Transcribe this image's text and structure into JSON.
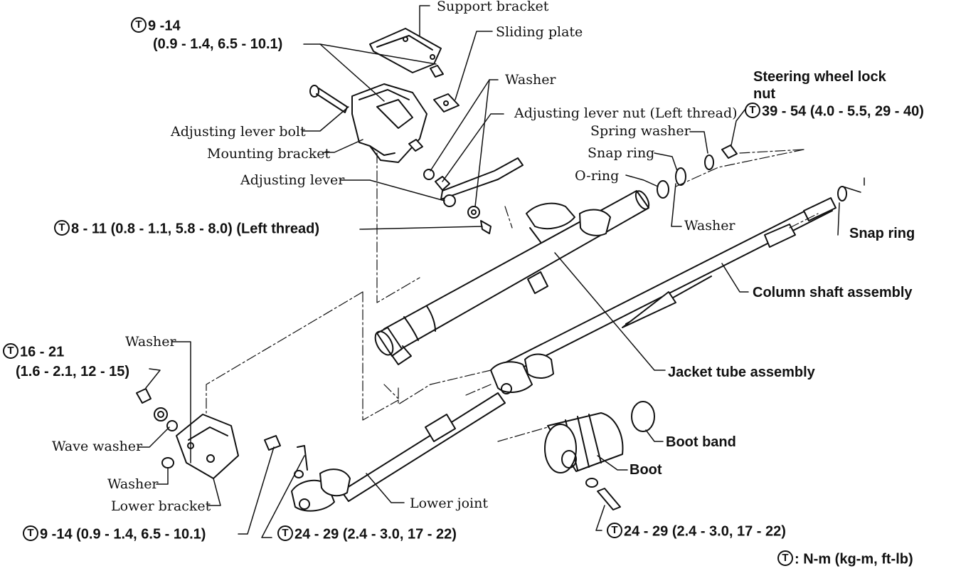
{
  "labels": {
    "support_bracket": "Support bracket",
    "sliding_plate": "Sliding plate",
    "torque_top_a": "9 -14",
    "torque_top_b": "(0.9 - 1.4, 6.5 - 10.1)",
    "washer_top": "Washer",
    "adjusting_lever_nut": "Adjusting lever nut (Left thread)",
    "adjusting_lever_bolt": "Adjusting lever bolt",
    "mounting_bracket": "Mounting bracket",
    "adjusting_lever": "Adjusting lever",
    "torque_lever": "8 - 11 (0.8 - 1.1, 5.8 - 8.0) (Left thread)",
    "steering_lock_nut_a": "Steering wheel lock",
    "steering_lock_nut_b": "nut",
    "torque_lock_nut": "39 - 54 (4.0 - 5.5, 29 - 40)",
    "spring_washer": "Spring washer",
    "snap_ring_upper": "Snap ring",
    "o_ring": "O-ring",
    "washer_mid": "Washer",
    "snap_ring_right": "Snap ring",
    "column_shaft": "Column shaft assembly",
    "jacket_tube": "Jacket tube assembly",
    "torque_left_a": "16 - 21",
    "torque_left_b": "(1.6 - 2.1, 12 - 15)",
    "washer_left": "Washer",
    "wave_washer": "Wave washer",
    "washer_lower": "Washer",
    "lower_bracket": "Lower bracket",
    "lower_joint": "Lower joint",
    "boot_band": "Boot band",
    "boot": "Boot",
    "torque_bottom_left": "9 -14 (0.9 - 1.4, 6.5 - 10.1)",
    "torque_bottom_mid": "24 - 29 (2.4 - 3.0, 17 - 22)",
    "torque_bottom_right": "24 - 29 (2.4 - 3.0, 17 - 22)",
    "legend_symbol": "T",
    "legend": ": N-m (kg-m, ft-lb)"
  },
  "colors": {
    "ink": "#111111",
    "paper": "#ffffff"
  }
}
